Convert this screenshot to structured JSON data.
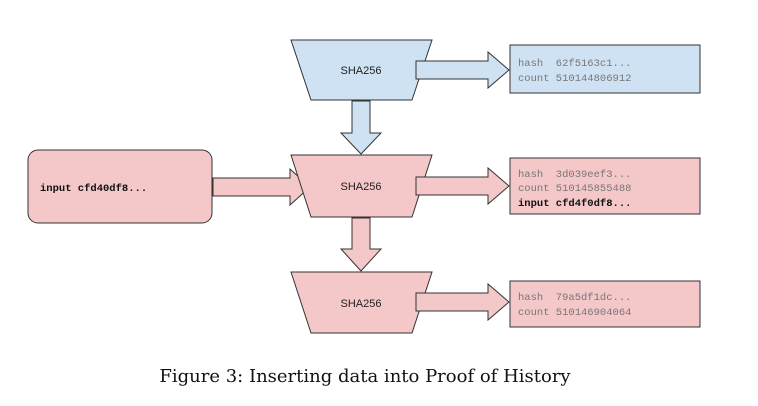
{
  "colors": {
    "blue_fill": "#cfe2f3",
    "blue_stroke": "#4a6f91",
    "pink_fill": "#f4c7c9",
    "pink_stroke": "#a66062",
    "stroke": "#333333"
  },
  "diagram": {
    "input_box": {
      "text": "input cfd40df8..."
    },
    "hashers": [
      {
        "label": "SHA256",
        "color": "blue"
      },
      {
        "label": "SHA256",
        "color": "pink"
      },
      {
        "label": "SHA256",
        "color": "pink"
      }
    ],
    "outputs": [
      {
        "hash_line": "hash  62f5163c1...",
        "count_line": "count 510144806912",
        "input_line": ""
      },
      {
        "hash_line": "hash  3d039eef3...",
        "count_line": "count 510145855488",
        "input_line": "input cfd4f0df8..."
      },
      {
        "hash_line": "hash  79a5df1dc...",
        "count_line": "count 510146904064",
        "input_line": ""
      }
    ]
  },
  "caption": "Figure 3: Inserting data into Proof of History"
}
